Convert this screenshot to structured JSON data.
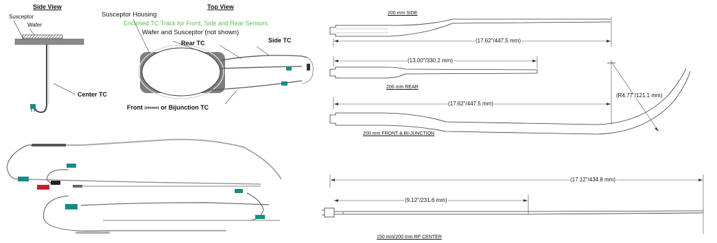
{
  "side_view": {
    "title": "Side View",
    "susceptor": "Susceptor",
    "wafer": "Wafer",
    "center_tc": "Center TC"
  },
  "top_view": {
    "title": "Top View",
    "susceptor_housing": "Susceptor Housing",
    "enclosed_track": "Enclosed TC Track for Front, Side and Rear Sensors",
    "wafer_and_susceptor": "Wafer and Susceptor (not shown)",
    "rear_tc": "Rear TC",
    "side_tc": "Side TC",
    "front_prefix": "Front",
    "front_shown": "(shown)",
    "front_suffix": "or Bijunction TC"
  },
  "drawings": {
    "side_caption": "200  mm SIDE",
    "side_dim": "(17.62\"/447.5  mm)",
    "rear_dim": "(13.00\"/330.2  mm)",
    "rear_caption": "200  mm REAR",
    "front_dim": "(17.62\"/447.5  mm)",
    "radius_dim": "(R4.77\"/121.1  mm)",
    "front_caption": "200  mm FRONT & BI-JUNCTION",
    "center_overall_dim": "(17.12\"/434.8  mm)",
    "center_inner_dim": "(9.12\"/231.6  mm)",
    "center_caption": "150  mm/200 mm RP CENTER"
  },
  "colors": {
    "annotation_green": "#58c048",
    "connector_teal": "#1a8a84",
    "connector_red": "#c0202a",
    "susceptor_gray": "#7d7d7d"
  }
}
